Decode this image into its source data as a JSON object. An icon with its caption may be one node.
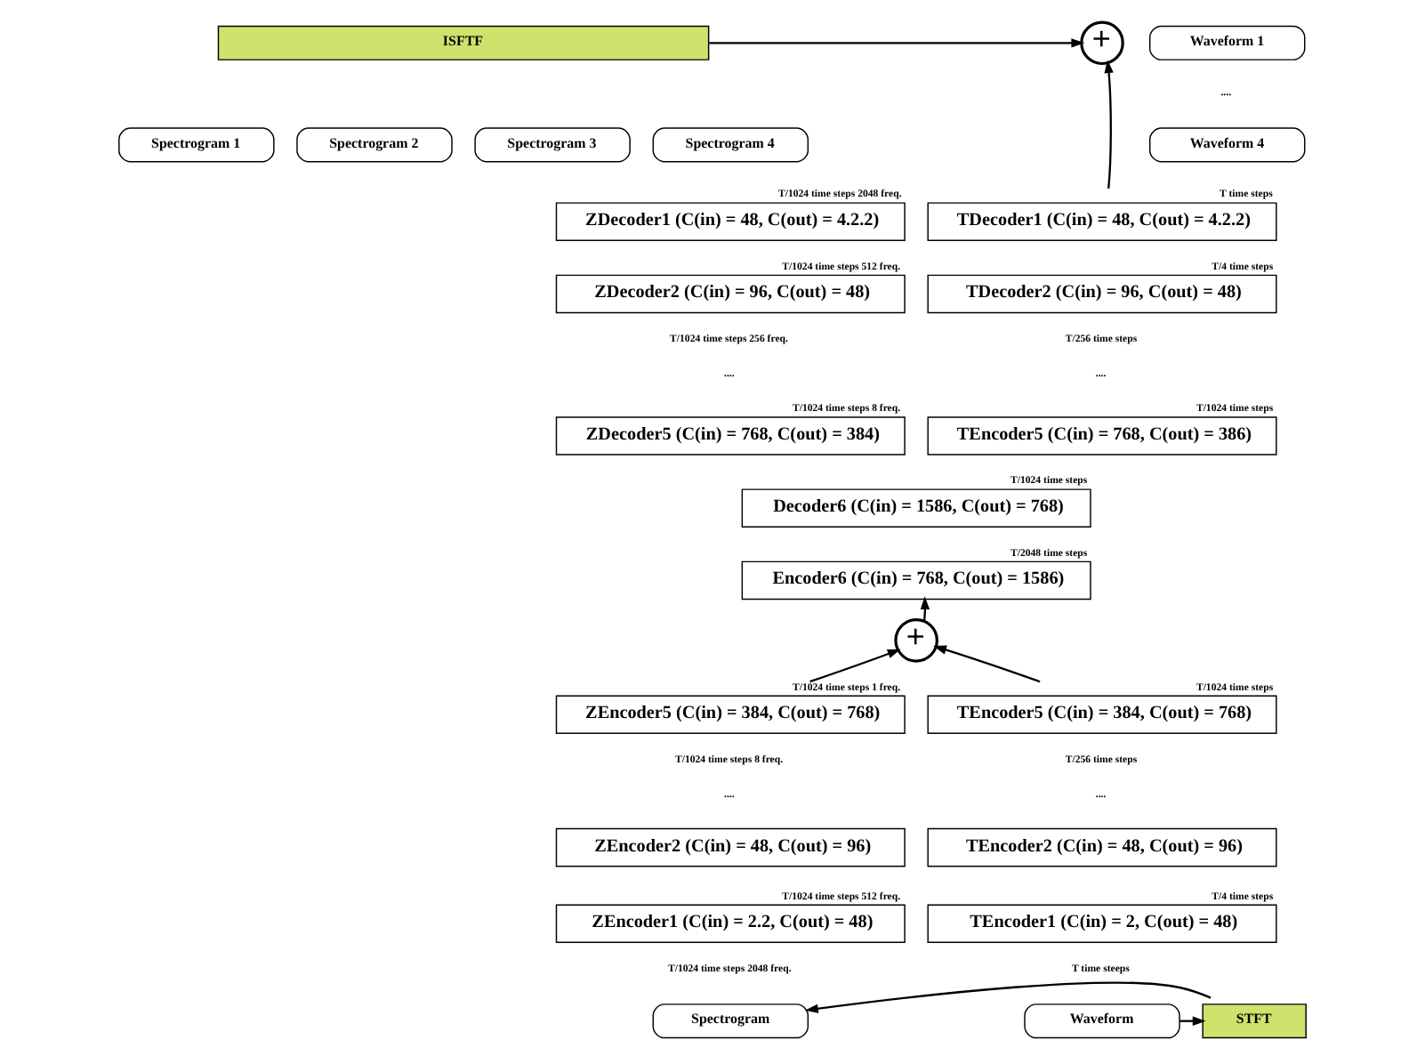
{
  "diagram": {
    "nodes": [
      {
        "text": [
          "ISFTF"
        ]
      },
      {
        "text": [
          "+"
        ]
      },
      {
        "text": [
          "Waveform 1"
        ]
      },
      {
        "text": [
          "Waveform 4"
        ]
      },
      {
        "text": [
          "Spectrogram 1"
        ]
      },
      {
        "text": [
          "Spectrogram 2"
        ]
      },
      {
        "text": [
          "Spectrogram 3"
        ]
      },
      {
        "text": [
          "Spectrogram 4"
        ]
      },
      {
        "text": [
          "ZDecoder1 (C(in) = 48, C(out) = 4.2.2)"
        ],
        "beside": [
          "T/1024 time steps 2048 freq."
        ]
      },
      {
        "text": [
          "TDecoder1 (C(in) = 48, C(out) = 4.2.2)"
        ],
        "beside": [
          "T time steps"
        ]
      },
      {
        "text": [
          "ZDecoder2 (C(in) = 96, C(out) = 48)"
        ],
        "beside": [
          "T/1024 time steps 512 freq."
        ]
      },
      {
        "text": [
          "TDecoder2 (C(in) = 96, C(out) = 48)"
        ],
        "beside": [
          "T/4 time steps"
        ]
      },
      {
        "text": [
          "ZDecoder5 (C(in) = 768, C(out) = 384)"
        ],
        "beside": [
          "T/1024 time steps 8 freq."
        ]
      },
      {
        "text": [
          "TEncoder5 (C(in) = 768, C(out) = 386)"
        ],
        "beside": [
          "T/1024 time steps"
        ]
      },
      {
        "text": [
          "Decoder6 (C(in) = 1586, C(out) = 768)"
        ],
        "beside": [
          "T/1024 time steps"
        ]
      },
      {
        "text": [
          "Encoder6 (C(in) = 768, C(out) = 1586)"
        ],
        "beside": [
          "T/2048 time steps"
        ]
      },
      {
        "text": [
          "+"
        ]
      },
      {
        "text": [
          "ZEncoder5 (C(in) = 384, C(out) = 768)"
        ],
        "beside": [
          "T/1024 time steps 1 freq."
        ]
      },
      {
        "text": [
          "TEncoder5 (C(in) = 384, C(out) = 768)"
        ],
        "beside": [
          "T/1024 time steps"
        ]
      },
      {
        "text": [
          "ZEncoder2 (C(in) = 48, C(out) = 96)"
        ]
      },
      {
        "text": [
          "TEncoder2 (C(in) = 48, C(out) = 96)"
        ]
      },
      {
        "text": [
          "ZEncoder1 (C(in) = 2.2, C(out) = 48)"
        ],
        "beside": [
          "T/1024 time steps 512 freq."
        ]
      },
      {
        "text": [
          "TEncoder1 (C(in) = 2, C(out) = 48)"
        ],
        "beside": [
          "T/4 time steps"
        ]
      },
      {
        "text": [
          "Spectrogram"
        ]
      },
      {
        "text": [
          "STFT"
        ]
      },
      {
        "text": [
          "Waveform"
        ]
      }
    ],
    "edges": [
      {
        "from": 0,
        "to": 1,
        "arrow": "to"
      },
      {
        "from": 9,
        "to": 1,
        "arrow": "to"
      },
      {
        "from": 17,
        "to": 16,
        "arrow": "to"
      },
      {
        "from": 18,
        "to": 16,
        "arrow": "to"
      },
      {
        "from": 16,
        "to": 15,
        "arrow": "to"
      },
      {
        "from": 25,
        "to": 24,
        "arrow": "to"
      },
      {
        "from": 24,
        "to": 23,
        "arrow": "to"
      }
    ],
    "labels": [
      "....",
      "T/1024 time steps 256 freq.",
      "....",
      "T/256 time steps",
      "....",
      "T/1024 time steps 8 freq.",
      "....",
      "T/256 time steps",
      "....",
      "T/1024 time steps 2048 freq.",
      "T time steeps"
    ]
  }
}
